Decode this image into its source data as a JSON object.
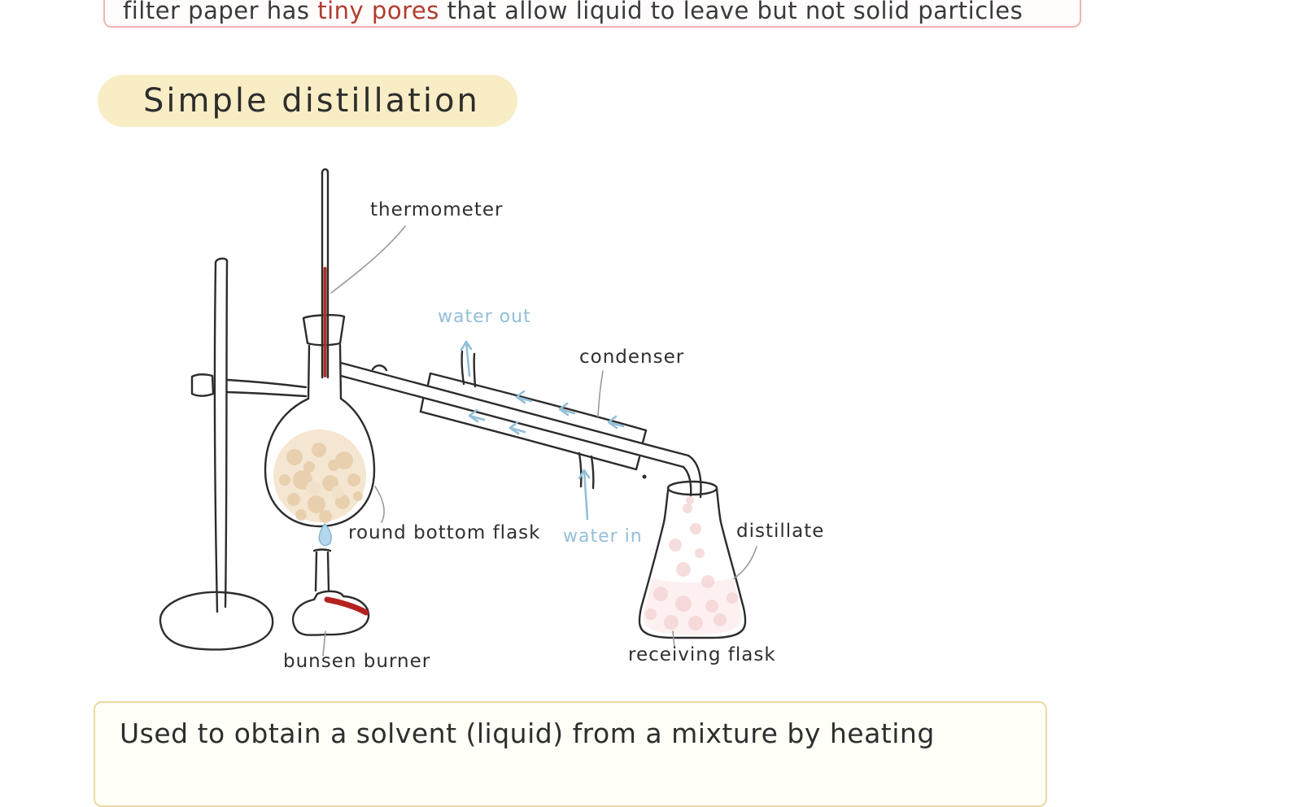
{
  "top_note": {
    "part1": "filter paper has ",
    "part2": "tiny pores",
    "part3": " that allow liquid to leave but not solid particles",
    "border_color": "#f0b4b4"
  },
  "title": {
    "label": "Simple distillation",
    "bg": "#f9edc5"
  },
  "diagram": {
    "labels": {
      "thermometer": "thermometer",
      "water_out": "water out",
      "condenser": "condenser",
      "round_bottom_flask": "round bottom flask",
      "water_in": "water in",
      "distillate": "distillate",
      "receiving_flask": "receiving flask",
      "bunsen_burner": "bunsen burner"
    },
    "colors": {
      "ink": "#2c2c2c",
      "water_blue": "#93bfd8",
      "thermometer_red": "#ad3329",
      "flame_blue": "#b5d7ec",
      "mixture_tan": "#e5cba6",
      "distillate_pink": "#f5d6d6",
      "hose_red": "#b42222",
      "pointer_gray": "#9a9a9a"
    }
  },
  "bottom_note": {
    "text": "Used to obtain a solvent (liquid) from a mixture by heating",
    "border_color": "#ecd9a2"
  }
}
